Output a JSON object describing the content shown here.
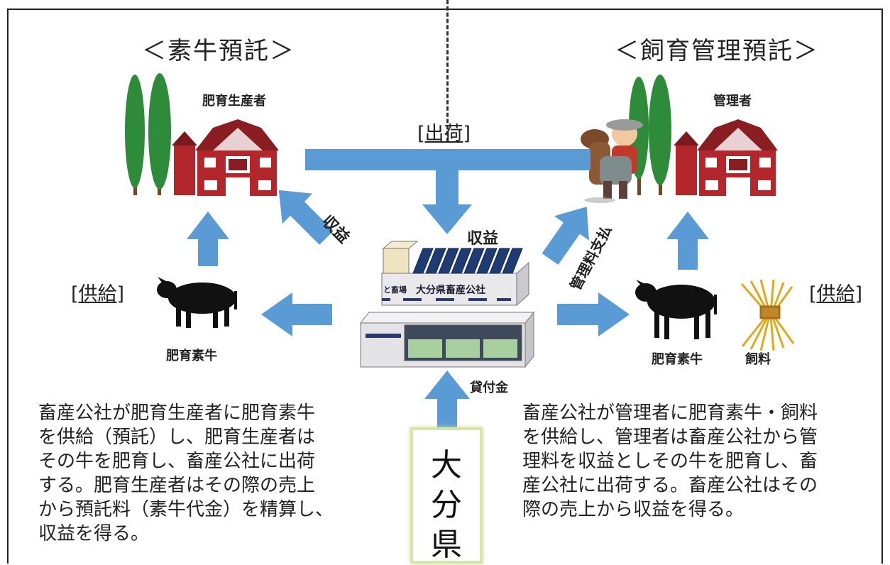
{
  "headings": {
    "left": "＜素牛預託＞",
    "right": "＜飼育管理預託＞"
  },
  "labels": {
    "fattening_producer": "肥育生産者",
    "manager": "管理者",
    "shipment": "[出荷]",
    "profit_center": "収益",
    "profit_left": "収益",
    "management_fee": "管理料支払",
    "supply_left": "[供給]",
    "supply_right": "[供給]",
    "calf_left": "肥育素牛",
    "calf_right": "肥育素牛",
    "feed": "飼料",
    "loan": "貸付金",
    "building_sign": "大分県畜産公社",
    "building_small_sign": "と畜場"
  },
  "prefecture": {
    "lines": [
      "大",
      "分",
      "県"
    ]
  },
  "descriptions": {
    "left": [
      "畜産公社が肥育生産者に肥育素牛",
      "を供給（預託）し、肥育生産者は",
      "その牛を肥育し、畜産公社に出荷",
      "する。肥育生産者はその際の売上",
      "から預託料（素牛代金）を精算し、",
      "収益を得る。"
    ],
    "right": [
      "畜産公社が管理者に肥育素牛・飼料",
      "を供給し、管理者は畜産公社から管",
      "理料を収益としその牛を肥育し、畜",
      "産公社に出荷する。畜産公社はその",
      "際の売上から収益を得る。"
    ]
  },
  "colors": {
    "arrow": "#5b9bd5",
    "barn": "#b3262c",
    "tree": "#2e8b3a",
    "border": "#d6e6a8"
  }
}
